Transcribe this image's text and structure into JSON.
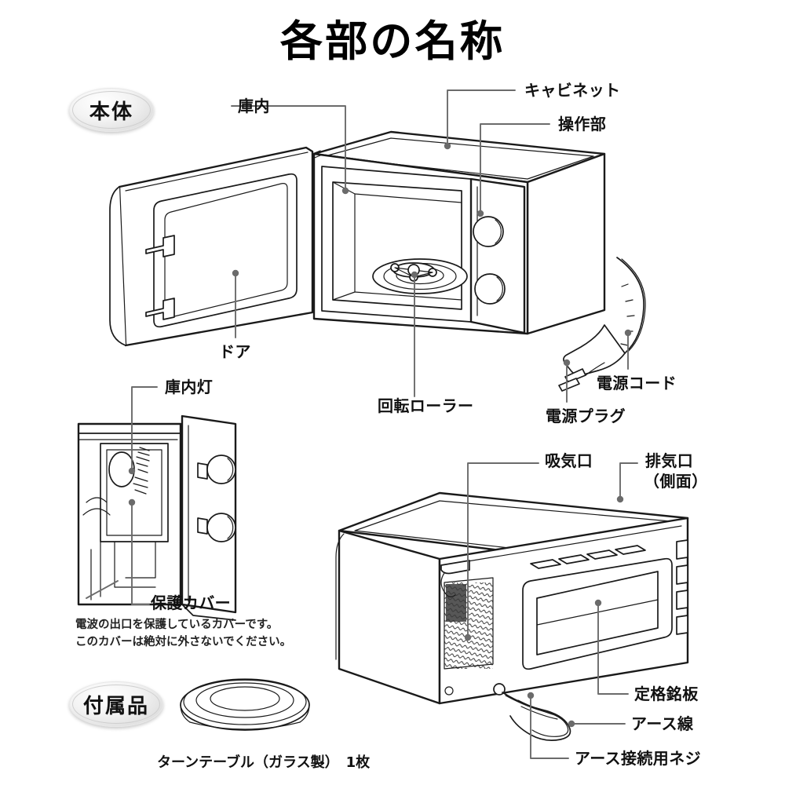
{
  "page": {
    "title": "各部の名称",
    "background_color": "#ffffff",
    "line_color": "#1a1a1a",
    "leader_color": "#6b6b6b"
  },
  "badges": [
    {
      "id": "main-body",
      "label": "本体"
    },
    {
      "id": "accessories",
      "label": "付属品"
    }
  ],
  "main_unit": {
    "labels": [
      {
        "id": "interior",
        "text": "庫内"
      },
      {
        "id": "cabinet",
        "text": "キャビネット"
      },
      {
        "id": "control-panel",
        "text": "操作部"
      },
      {
        "id": "door",
        "text": "ドア"
      },
      {
        "id": "roller",
        "text": "回転ローラー"
      },
      {
        "id": "power-cord",
        "text": "電源コード"
      },
      {
        "id": "power-plug",
        "text": "電源プラグ"
      }
    ]
  },
  "detail_view": {
    "labels": [
      {
        "id": "interior-lamp",
        "text": "庫内灯"
      },
      {
        "id": "protective-cover",
        "text": "保護カバー"
      }
    ],
    "note_lines": [
      "電波の出口を保護しているカバーです。",
      "このカバーは絶対に外さないでください。"
    ]
  },
  "rear_view": {
    "labels": [
      {
        "id": "air-intake",
        "text": "吸気口"
      },
      {
        "id": "exhaust-line1",
        "text": "排気口"
      },
      {
        "id": "exhaust-line2",
        "text": "（側面）"
      },
      {
        "id": "rating-plate",
        "text": "定格銘板"
      },
      {
        "id": "ground-wire",
        "text": "アース線"
      },
      {
        "id": "ground-screw",
        "text": "アース接続用ネジ"
      }
    ]
  },
  "accessories": {
    "items": [
      {
        "id": "turntable",
        "caption": "ターンテーブル（ガラス製）　1枚"
      }
    ]
  }
}
